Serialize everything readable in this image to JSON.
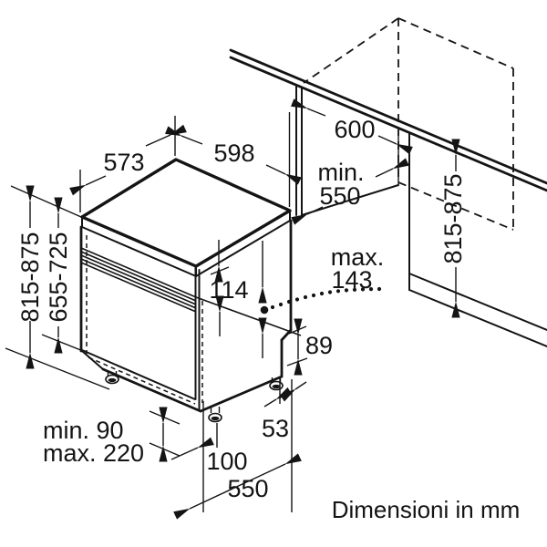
{
  "colors": {
    "ink": "#141414",
    "background": "#ffffff"
  },
  "labels": {
    "top_depth": "573",
    "top_width": "598",
    "worktop_depth": "600",
    "niche_depth_line1": "min.",
    "niche_depth_line2": "550",
    "appliance_height_range": "815-875",
    "door_panel_height_range": "655-725",
    "niche_height_range": "815-875",
    "control_panel_height": "114",
    "door_open_line1": "max.",
    "door_open_line2": "143",
    "base_recess_height": "89",
    "plinth_min": "min. 90",
    "plinth_max": "max. 220",
    "foot_inset": "53",
    "base_recess_depth": "100",
    "base_depth": "550",
    "units_note": "Dimensioni in mm"
  }
}
